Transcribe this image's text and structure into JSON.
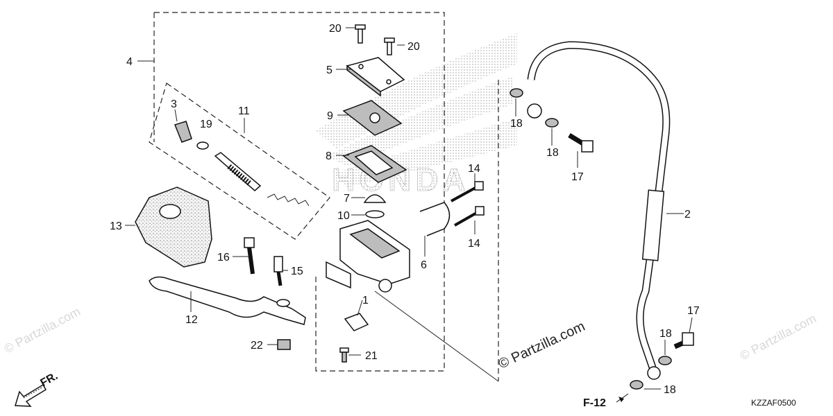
{
  "watermark": {
    "text": "© Partzilla.com",
    "faint_text": "© Partzilla.com"
  },
  "brand_logo": {
    "text": "HONDA"
  },
  "direction_label": "FR.",
  "reference": {
    "label": "F-12"
  },
  "diagram_code": "KZZAF0500",
  "callouts": {
    "c1": "1",
    "c2": "2",
    "c3": "3",
    "c4": "4",
    "c5": "5",
    "c6": "6",
    "c7": "7",
    "c8": "8",
    "c9": "9",
    "c10": "10",
    "c11": "11",
    "c12": "12",
    "c13": "13",
    "c14a": "14",
    "c14b": "14",
    "c15": "15",
    "c16": "16",
    "c17a": "17",
    "c17b": "17",
    "c18a": "18",
    "c18b": "18",
    "c18c": "18",
    "c18d": "18",
    "c19": "19",
    "c20a": "20",
    "c20b": "20",
    "c21": "21",
    "c22": "22"
  }
}
